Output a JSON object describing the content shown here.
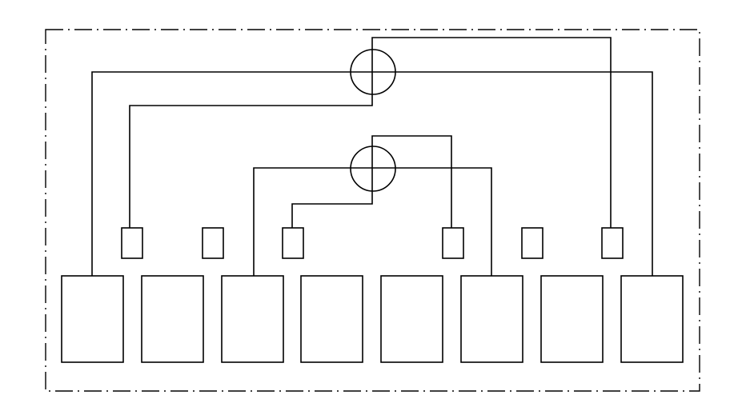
{
  "diagram": {
    "lineColor": "#000000",
    "background": "#ffffff",
    "boundary": {
      "style": "dash-dot"
    },
    "modules": {
      "count": 8
    },
    "terminals": {
      "count": 6
    },
    "crossings": {
      "count": 2
    }
  }
}
